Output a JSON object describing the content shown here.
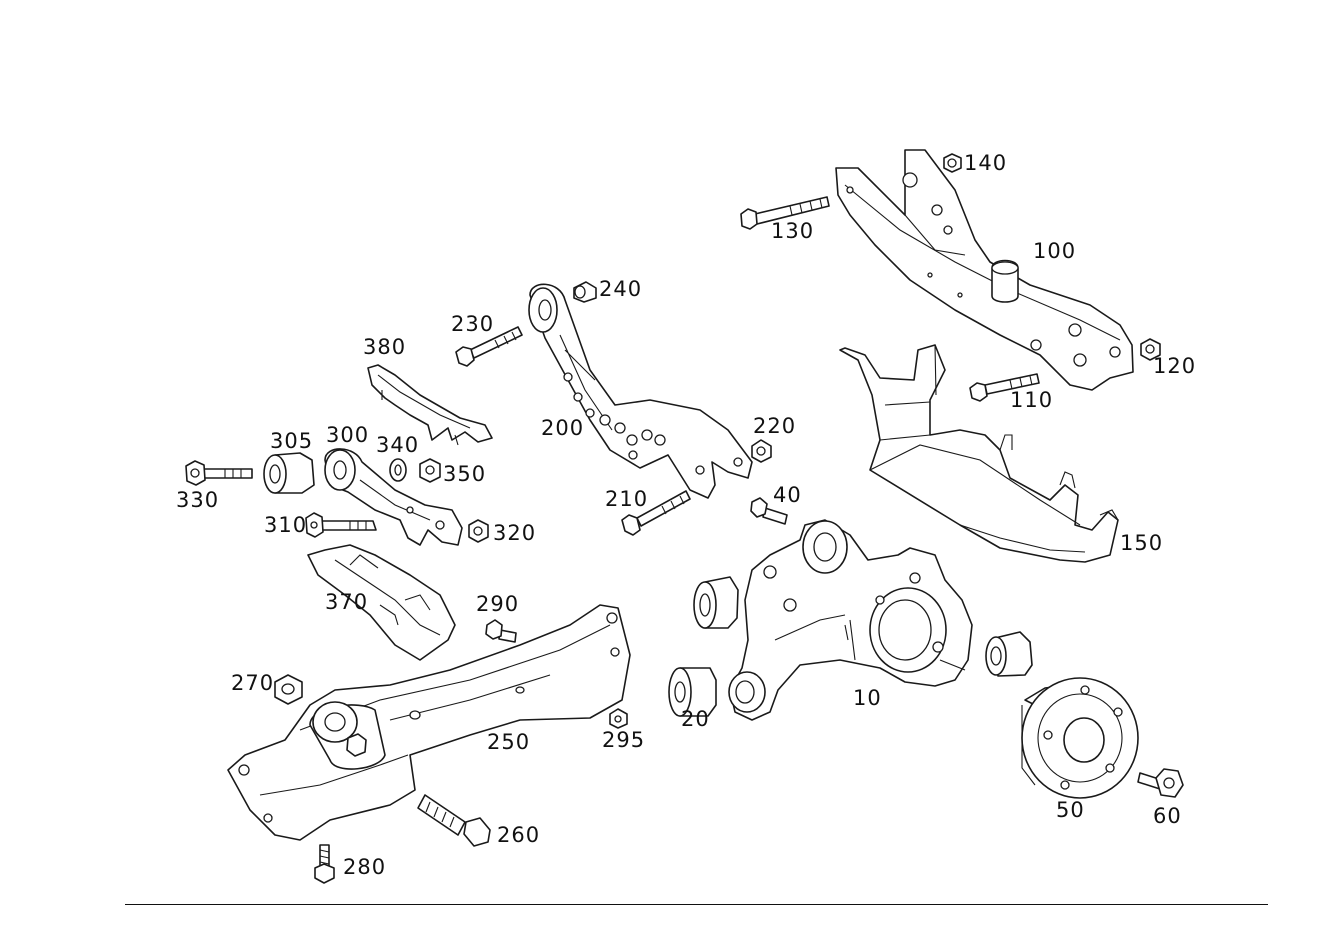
{
  "part_labels": {
    "p10": "10",
    "p20": "20",
    "p40": "40",
    "p50": "50",
    "p60": "60",
    "p100": "100",
    "p110": "110",
    "p120": "120",
    "p130": "130",
    "p140": "140",
    "p150": "150",
    "p200": "200",
    "p210": "210",
    "p220": "220",
    "p230": "230",
    "p240": "240",
    "p250": "250",
    "p260": "260",
    "p270": "270",
    "p280": "280",
    "p290": "290",
    "p295": "295",
    "p300": "300",
    "p305": "305",
    "p310": "310",
    "p320": "320",
    "p330": "330",
    "p340": "340",
    "p350": "350",
    "p370": "370",
    "p380": "380"
  },
  "colors": {
    "line": "#1a1a1a",
    "background": "#ffffff"
  }
}
